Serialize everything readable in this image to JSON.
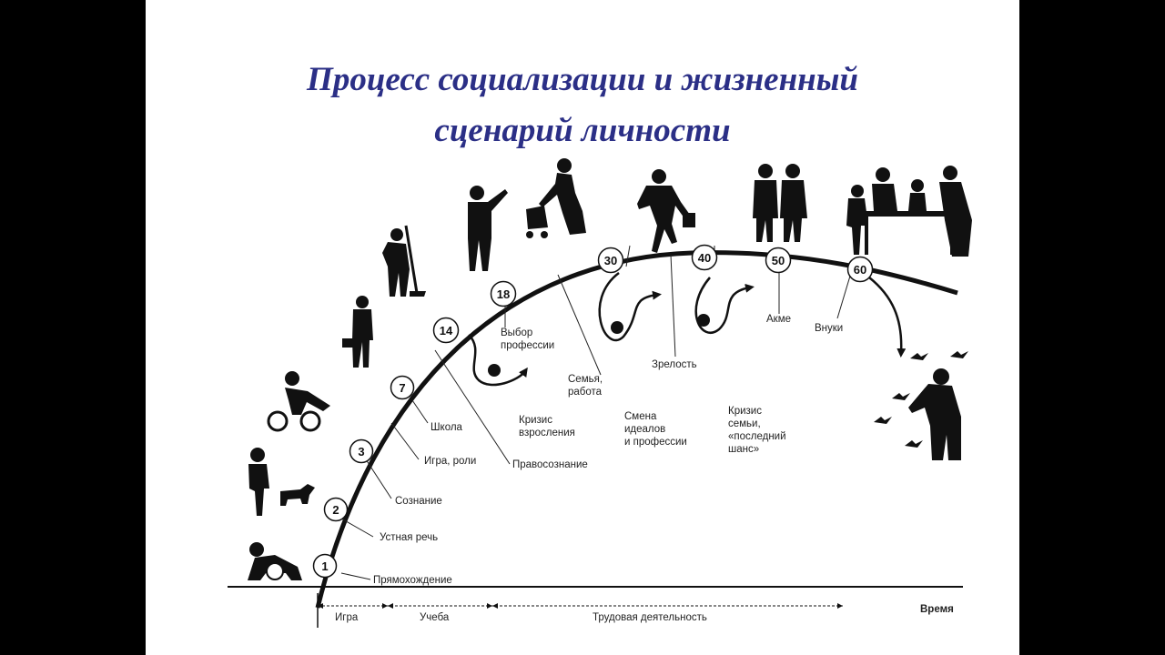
{
  "title": {
    "line1": "Процесс социализации и жизненный",
    "line2": "сценарий личности"
  },
  "ages": [
    "1",
    "2",
    "3",
    "7",
    "14",
    "18",
    "30",
    "40",
    "50",
    "60"
  ],
  "stages": [
    "Прямохождение",
    "Устная речь",
    "Сознание",
    "Игра, роли",
    "Школа",
    "Правосознание",
    [
      "Выбор",
      "профессии"
    ],
    [
      "Семья,",
      "работа"
    ],
    "Зрелость",
    "Акме",
    "Внуки"
  ],
  "crises": [
    [
      "Кризис",
      "взросления"
    ],
    [
      "Смена",
      "идеалов",
      "и профессии"
    ],
    [
      "Кризис",
      "семьи,",
      "«последний",
      "шанс»"
    ]
  ],
  "timeline": {
    "axis_label": "Время",
    "periods": [
      "Игра",
      "Учеба",
      "Трудовая деятельность"
    ]
  },
  "colors": {
    "title": "#2b2f86",
    "ink": "#111111"
  }
}
